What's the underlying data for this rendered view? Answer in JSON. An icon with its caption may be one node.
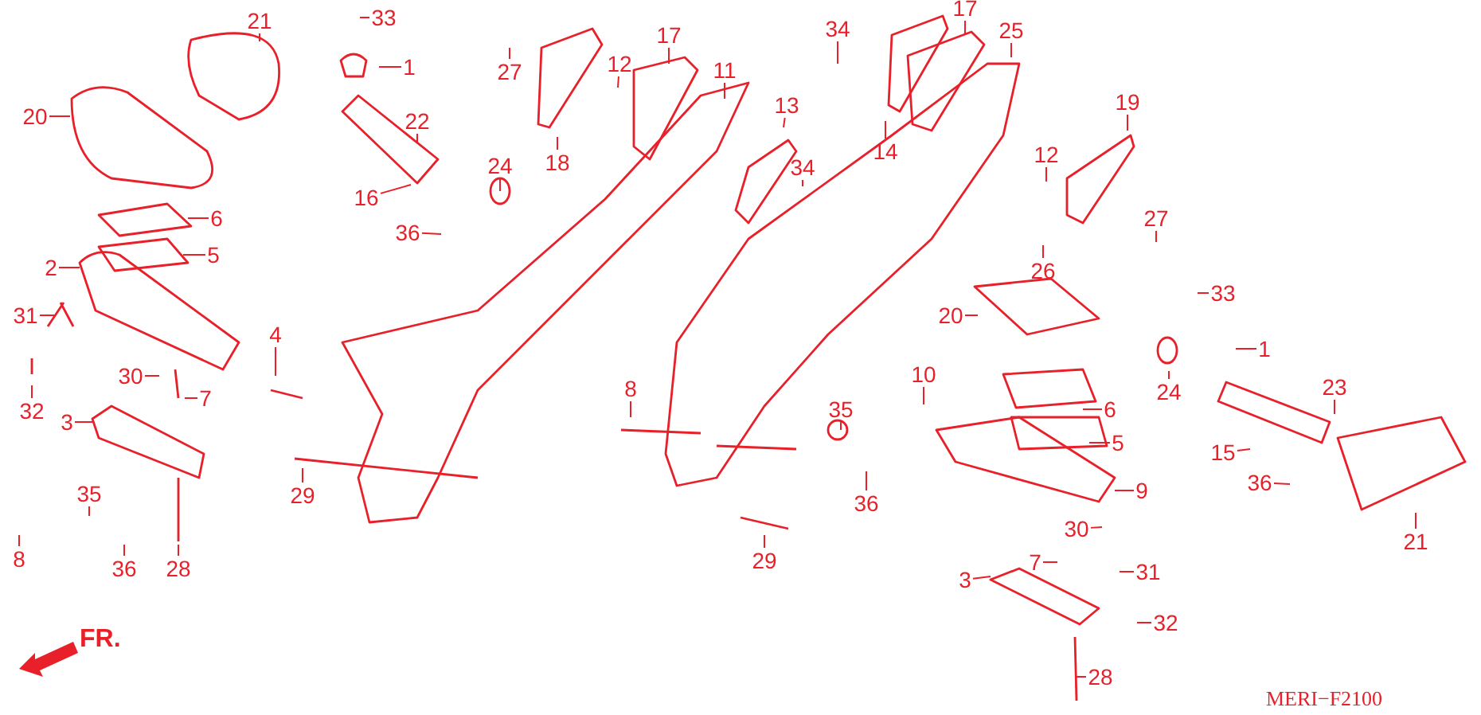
{
  "diagram": {
    "nodes": [
      {
        "text": [
          "21"
        ]
      },
      {
        "text": [
          "33"
        ]
      },
      {
        "text": [
          "1"
        ]
      },
      {
        "text": [
          "20"
        ]
      },
      {
        "text": [
          "22"
        ]
      },
      {
        "text": [
          "6"
        ]
      },
      {
        "text": [
          "5"
        ]
      },
      {
        "text": [
          "16"
        ]
      },
      {
        "text": [
          "36"
        ]
      },
      {
        "text": [
          "2"
        ]
      },
      {
        "text": [
          "31"
        ]
      },
      {
        "text": [
          "4"
        ]
      },
      {
        "text": [
          "32"
        ]
      },
      {
        "text": [
          "30"
        ]
      },
      {
        "text": [
          "7"
        ]
      },
      {
        "text": [
          "3"
        ]
      },
      {
        "text": [
          "35"
        ]
      },
      {
        "text": [
          "8"
        ]
      },
      {
        "text": [
          "36"
        ]
      },
      {
        "text": [
          "28"
        ]
      },
      {
        "text": [
          "29"
        ]
      },
      {
        "text": [
          "27"
        ]
      },
      {
        "text": [
          "12"
        ]
      },
      {
        "text": [
          "18"
        ]
      },
      {
        "text": [
          "17"
        ]
      },
      {
        "text": [
          "11"
        ]
      },
      {
        "text": [
          "24"
        ]
      },
      {
        "text": [
          "13"
        ]
      },
      {
        "text": [
          "34"
        ]
      },
      {
        "text": [
          "34"
        ]
      },
      {
        "text": [
          "17"
        ]
      },
      {
        "text": [
          "25"
        ]
      },
      {
        "text": [
          "14"
        ]
      },
      {
        "text": [
          "19"
        ]
      },
      {
        "text": [
          "12"
        ]
      },
      {
        "text": [
          "27"
        ]
      },
      {
        "text": [
          "26"
        ]
      },
      {
        "text": [
          "33"
        ]
      },
      {
        "text": [
          "1"
        ]
      },
      {
        "text": [
          "20"
        ]
      },
      {
        "text": [
          "24"
        ]
      },
      {
        "text": [
          "8"
        ]
      },
      {
        "text": [
          "10"
        ]
      },
      {
        "text": [
          "35"
        ]
      },
      {
        "text": [
          "6"
        ]
      },
      {
        "text": [
          "5"
        ]
      },
      {
        "text": [
          "9"
        ]
      },
      {
        "text": [
          "23"
        ]
      },
      {
        "text": [
          "15"
        ]
      },
      {
        "text": [
          "36"
        ]
      },
      {
        "text": [
          "21"
        ]
      },
      {
        "text": [
          "36"
        ]
      },
      {
        "text": [
          "29"
        ]
      },
      {
        "text": [
          "30"
        ]
      },
      {
        "text": [
          "7"
        ]
      },
      {
        "text": [
          "31"
        ]
      },
      {
        "text": [
          "3"
        ]
      },
      {
        "text": [
          "32"
        ]
      },
      {
        "text": [
          "28"
        ]
      }
    ],
    "edges": [
      {
        "from": 0,
        "to": null,
        "arrow": "none"
      },
      {
        "from": 1,
        "to": null,
        "arrow": "none"
      },
      {
        "from": 2,
        "to": null,
        "arrow": "none"
      },
      {
        "from": 3,
        "to": null,
        "arrow": "none"
      },
      {
        "from": 4,
        "to": null,
        "arrow": "none"
      },
      {
        "from": 5,
        "to": null,
        "arrow": "none"
      },
      {
        "from": 6,
        "to": null,
        "arrow": "none"
      },
      {
        "from": 7,
        "to": null,
        "arrow": "none"
      },
      {
        "from": 8,
        "to": null,
        "arrow": "none"
      },
      {
        "from": 9,
        "to": null,
        "arrow": "none"
      },
      {
        "from": 10,
        "to": null,
        "arrow": "none"
      },
      {
        "from": 11,
        "to": null,
        "arrow": "none"
      },
      {
        "from": 12,
        "to": null,
        "arrow": "none"
      },
      {
        "from": 13,
        "to": null,
        "arrow": "none"
      },
      {
        "from": 14,
        "to": null,
        "arrow": "none"
      },
      {
        "from": 15,
        "to": null,
        "arrow": "none"
      },
      {
        "from": 16,
        "to": null,
        "arrow": "none"
      },
      {
        "from": 17,
        "to": null,
        "arrow": "none"
      },
      {
        "from": 18,
        "to": null,
        "arrow": "none"
      },
      {
        "from": 19,
        "to": null,
        "arrow": "none"
      },
      {
        "from": 20,
        "to": null,
        "arrow": "none"
      },
      {
        "from": 21,
        "to": null,
        "arrow": "none"
      },
      {
        "from": 22,
        "to": null,
        "arrow": "none"
      },
      {
        "from": 23,
        "to": null,
        "arrow": "none"
      },
      {
        "from": 24,
        "to": null,
        "arrow": "none"
      },
      {
        "from": 25,
        "to": null,
        "arrow": "none"
      },
      {
        "from": 26,
        "to": null,
        "arrow": "none"
      },
      {
        "from": 27,
        "to": null,
        "arrow": "none"
      },
      {
        "from": 28,
        "to": null,
        "arrow": "none"
      },
      {
        "from": 29,
        "to": null,
        "arrow": "none"
      },
      {
        "from": 30,
        "to": null,
        "arrow": "none"
      },
      {
        "from": 31,
        "to": null,
        "arrow": "none"
      },
      {
        "from": 32,
        "to": null,
        "arrow": "none"
      },
      {
        "from": 33,
        "to": null,
        "arrow": "none"
      },
      {
        "from": 34,
        "to": null,
        "arrow": "none"
      },
      {
        "from": 35,
        "to": null,
        "arrow": "none"
      },
      {
        "from": 36,
        "to": null,
        "arrow": "none"
      },
      {
        "from": 37,
        "to": null,
        "arrow": "none"
      },
      {
        "from": 38,
        "to": null,
        "arrow": "none"
      },
      {
        "from": 39,
        "to": null,
        "arrow": "none"
      },
      {
        "from": 40,
        "to": null,
        "arrow": "none"
      },
      {
        "from": 41,
        "to": null,
        "arrow": "none"
      },
      {
        "from": 42,
        "to": null,
        "arrow": "none"
      },
      {
        "from": 43,
        "to": null,
        "arrow": "none"
      },
      {
        "from": 44,
        "to": null,
        "arrow": "none"
      },
      {
        "from": 45,
        "to": null,
        "arrow": "none"
      },
      {
        "from": 46,
        "to": null,
        "arrow": "none"
      },
      {
        "from": 47,
        "to": null,
        "arrow": "none"
      },
      {
        "from": 48,
        "to": null,
        "arrow": "none"
      },
      {
        "from": 49,
        "to": null,
        "arrow": "none"
      },
      {
        "from": 50,
        "to": null,
        "arrow": "none"
      },
      {
        "from": 51,
        "to": null,
        "arrow": "none"
      },
      {
        "from": 52,
        "to": null,
        "arrow": "none"
      },
      {
        "from": 53,
        "to": null,
        "arrow": "none"
      },
      {
        "from": 54,
        "to": null,
        "arrow": "none"
      },
      {
        "from": 55,
        "to": null,
        "arrow": "none"
      },
      {
        "from": 56,
        "to": null,
        "arrow": "none"
      },
      {
        "from": 57,
        "to": null,
        "arrow": "none"
      },
      {
        "from": 58,
        "to": null,
        "arrow": "none"
      }
    ],
    "labels": [
      "FR.",
      "MERI−F2100"
    ]
  }
}
